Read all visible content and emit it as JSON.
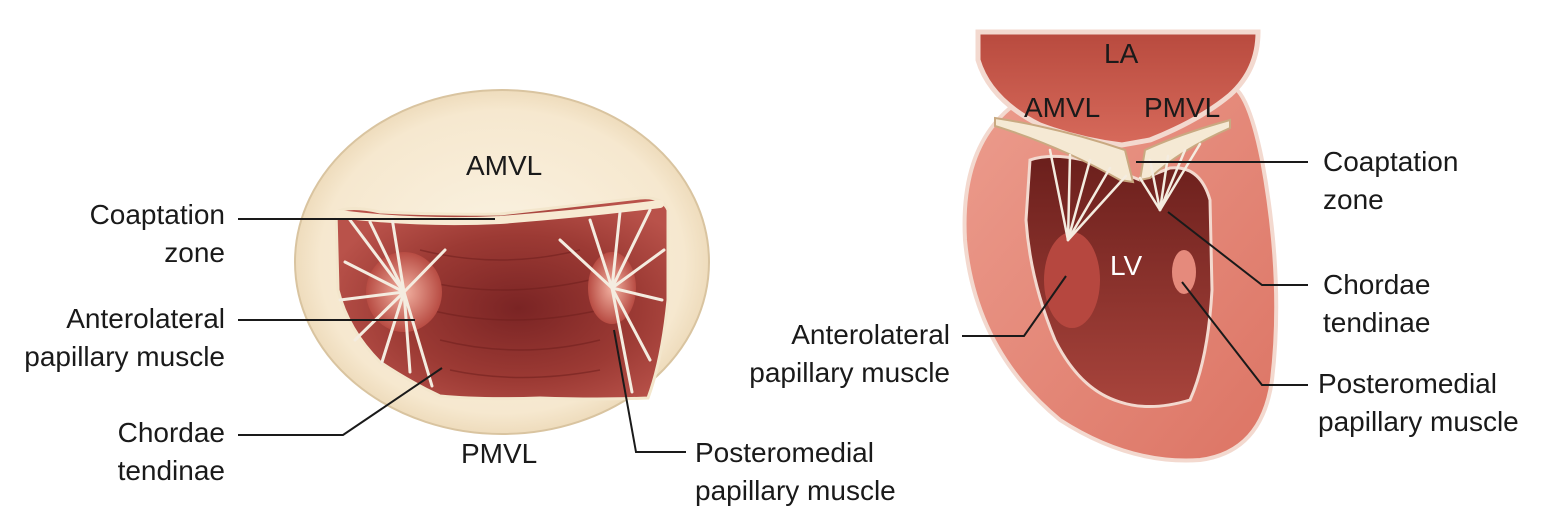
{
  "left_view": {
    "amvl": "AMVL",
    "pmvl": "PMVL",
    "coaptation_zone": [
      "Coaptation",
      "zone"
    ],
    "anterolateral_papillary_muscle": [
      "Anterolateral",
      "papillary muscle"
    ],
    "chordae_tendinae": [
      "Chordae",
      "tendinae"
    ],
    "posteromedial_papillary_muscle": [
      "Posteromedial",
      "papillary muscle"
    ]
  },
  "right_view": {
    "la": "LA",
    "amvl": "AMVL",
    "pmvl": "PMVL",
    "lv": "LV",
    "coaptation_zone": [
      "Coaptation",
      "zone"
    ],
    "chordae_tendinae": [
      "Chordae",
      "tendinae"
    ],
    "anterolateral_papillary_muscle": [
      "Anterolateral",
      "papillary muscle"
    ],
    "posteromedial_papillary_muscle": [
      "Posteromedial",
      "papillary muscle"
    ]
  },
  "colors": {
    "annulus": "#f6e8cf",
    "annulus_edge": "#d9c4a0",
    "cavity": "#8e2f2c",
    "myocardium": "#e58a7c",
    "chordae": "#f4ece0",
    "leader_line": "#1a1a1a"
  }
}
